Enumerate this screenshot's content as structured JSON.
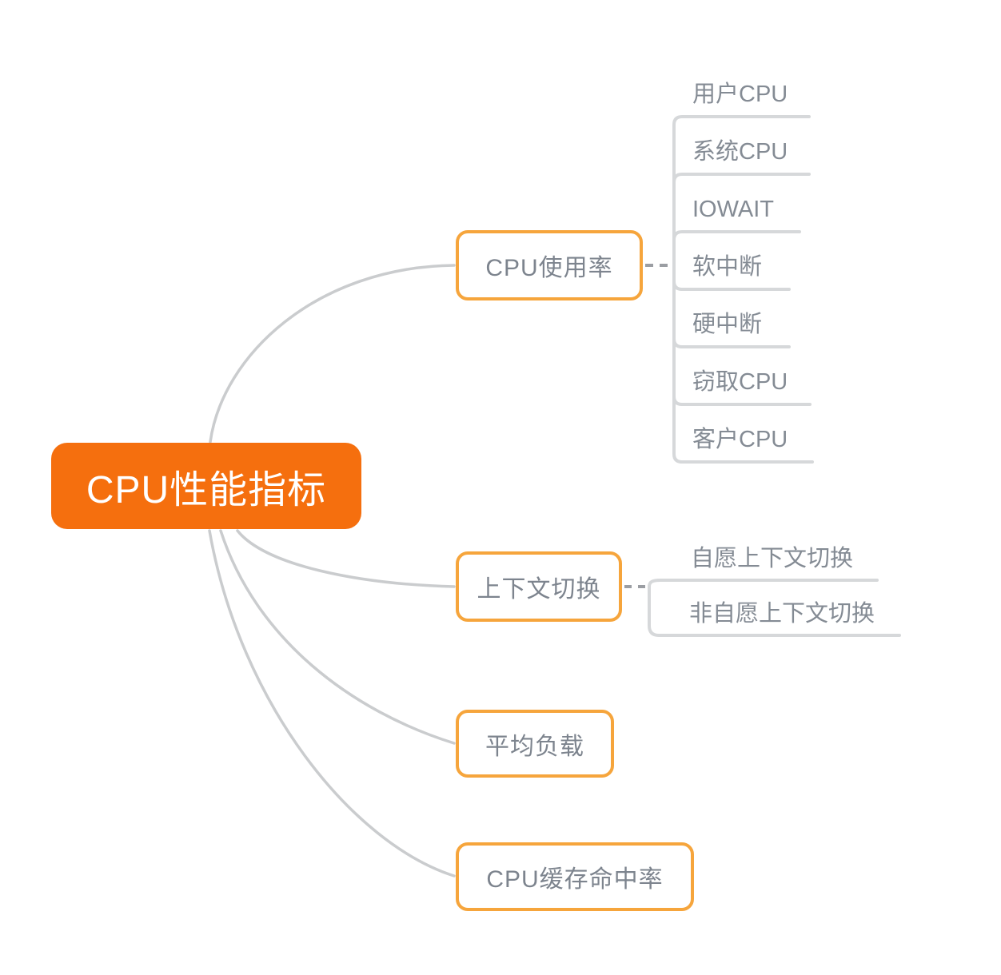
{
  "root": {
    "label": "CPU性能指标"
  },
  "branches": [
    {
      "label": "CPU使用率",
      "children": [
        "用户CPU",
        "系统CPU",
        "IOWAIT",
        "软中断",
        "硬中断",
        "窃取CPU",
        "客户CPU"
      ]
    },
    {
      "label": "上下文切换",
      "children": [
        "自愿上下文切换",
        "非自愿上下文切换"
      ]
    },
    {
      "label": "平均负载",
      "children": []
    },
    {
      "label": "CPU缓存命中率",
      "children": []
    }
  ],
  "colors": {
    "root_fill": "#F56F0E",
    "root_text": "#FFFFFF",
    "branch_border": "#F6A53C",
    "branch_text": "#7D848E",
    "leaf_text": "#848B94",
    "leaf_line": "#D6D8DA",
    "root_curve": "#CACCCE",
    "dash_line": "#9B9EA3"
  }
}
